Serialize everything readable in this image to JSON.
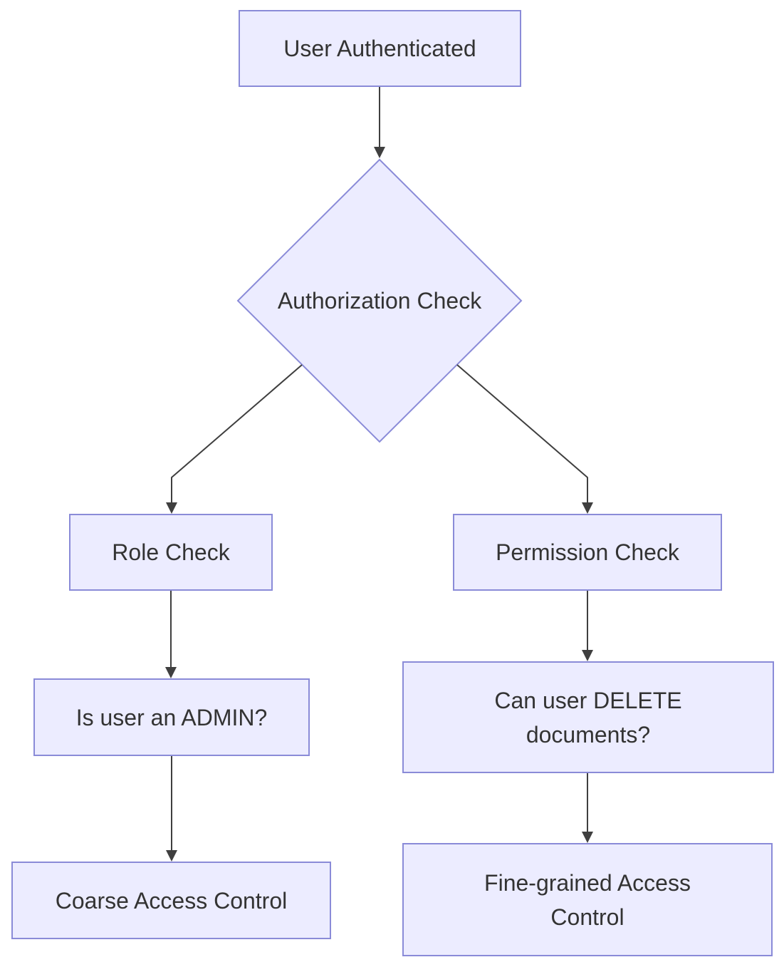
{
  "diagram": {
    "type": "flowchart",
    "direction": "top-down",
    "nodes": {
      "user_authenticated": {
        "label": "User Authenticated",
        "shape": "rect"
      },
      "authorization_check": {
        "label": "Authorization Check",
        "shape": "diamond"
      },
      "role_check": {
        "label": "Role Check",
        "shape": "rect"
      },
      "permission_check": {
        "label": "Permission Check",
        "shape": "rect"
      },
      "is_user_admin": {
        "label": "Is user an ADMIN?",
        "shape": "rect"
      },
      "can_user_delete": {
        "label": "Can user DELETE\ndocuments?",
        "shape": "rect"
      },
      "coarse_access": {
        "label": "Coarse Access Control",
        "shape": "rect"
      },
      "fine_grained_access": {
        "label": "Fine-grained Access\nControl",
        "shape": "rect"
      }
    },
    "edges": [
      {
        "from": "user_authenticated",
        "to": "authorization_check",
        "label": ""
      },
      {
        "from": "authorization_check",
        "to": "role_check",
        "label": ""
      },
      {
        "from": "authorization_check",
        "to": "permission_check",
        "label": ""
      },
      {
        "from": "role_check",
        "to": "is_user_admin",
        "label": ""
      },
      {
        "from": "permission_check",
        "to": "can_user_delete",
        "label": ""
      },
      {
        "from": "is_user_admin",
        "to": "coarse_access",
        "label": ""
      },
      {
        "from": "can_user_delete",
        "to": "fine_grained_access",
        "label": ""
      }
    ],
    "colors": {
      "node_fill": "#ECECFF",
      "node_border": "#8A8BD8",
      "edge": "#3F3F3F",
      "text": "#333333",
      "canvas_bg": "#FFFFFF"
    }
  }
}
